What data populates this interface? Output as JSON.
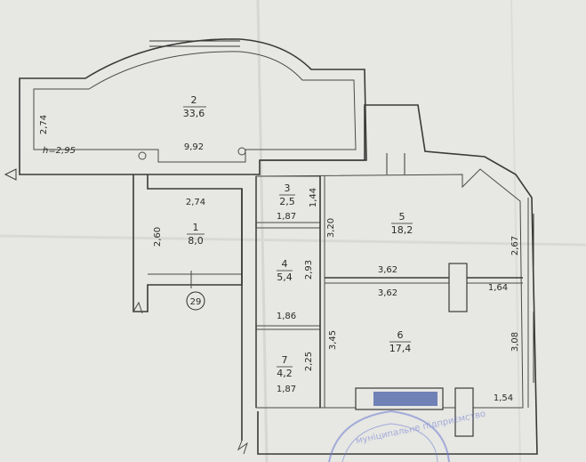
{
  "rooms": [
    {
      "id": "2",
      "area": "33,6"
    },
    {
      "id": "1",
      "area": "8,0"
    },
    {
      "id": "3",
      "area": "2,5"
    },
    {
      "id": "4",
      "area": "5,4"
    },
    {
      "id": "5",
      "area": "18,2"
    },
    {
      "id": "6",
      "area": "17,4"
    },
    {
      "id": "7",
      "area": "4,2"
    }
  ],
  "dimensions": {
    "living_left": "2,74",
    "living_height": "h=2,95",
    "living_length": "9,92",
    "hall_top": "2,74",
    "hall_side": "2,60",
    "r3_side": "1,44",
    "r3_bottom": "1,87",
    "r5_side": "3,20",
    "r4_side": "2,93",
    "r5_bottom": "3,62",
    "r6_top": "3,62",
    "r4_bottom": "1,86",
    "r6_side": "3,45",
    "r7_side": "2,25",
    "r7_bottom": "1,87",
    "balcony_top": "2,67",
    "balcony_mid": "1,64",
    "balcony_low": "3,08",
    "balcony_bottom": "1,54"
  },
  "apartment_number": "29",
  "stamp_text": "муніципальне підприємство"
}
